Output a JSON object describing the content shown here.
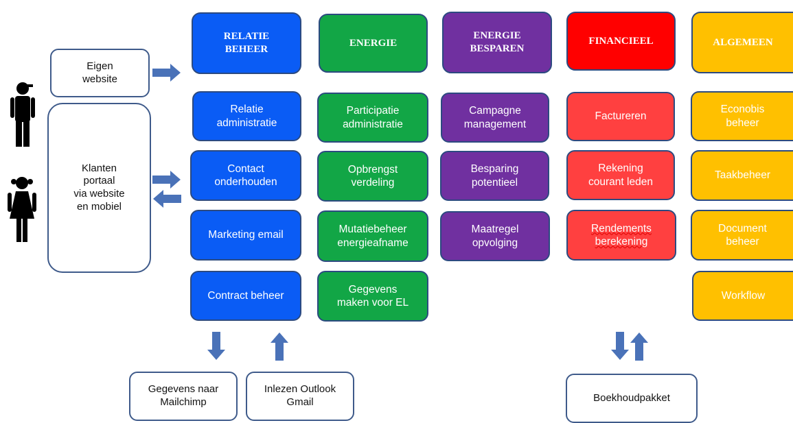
{
  "left": {
    "eigen_website": "Eigen\nwebsite",
    "klanten_portaal": "Klanten\nportaal\nvia website\nen mobiel"
  },
  "columns": [
    {
      "header": "RELATIE\nBEHEER",
      "items": [
        "Relatie\nadministratie",
        "Contact\nonderhouden",
        "Marketing email",
        "Contract beheer"
      ]
    },
    {
      "header": "ENERGIE",
      "items": [
        "Participatie\nadministratie",
        "Opbrengst\nverdeling",
        "Mutatiebeheer\nenergieafname",
        "Gegevens\nmaken voor EL"
      ]
    },
    {
      "header": "ENERGIE\nBESPAREN",
      "items": [
        "Campagne\nmanagement",
        "Besparing\npotentieel",
        "Maatregel\nopvolging"
      ]
    },
    {
      "header": "FINANCIEEL",
      "items": [
        "Factureren",
        "Rekening\ncourant leden",
        "Rendements\nberekening"
      ]
    },
    {
      "header": "ALGEMEEN",
      "items": [
        "Econobis\nbeheer",
        "Taakbeheer",
        "Document\nbeheer",
        "Workflow"
      ]
    }
  ],
  "bottom": {
    "mailchimp": "Gegevens naar\nMailchimp",
    "outlook": "Inlezen Outlook\nGmail",
    "boekhoud": "Boekhoudpakket"
  },
  "colors": {
    "blue": "#0a5cf5",
    "green": "#12a646",
    "purple": "#7030a0",
    "red": "#ff0000",
    "light_red": "#ff4040",
    "amber": "#ffc000",
    "arrow": "#4a72b8",
    "outline": "#3e5a8a"
  },
  "icons": [
    "male-person-icon",
    "female-person-icon",
    "arrow-right-icon",
    "arrow-left-icon",
    "arrow-down-icon",
    "arrow-up-icon"
  ]
}
